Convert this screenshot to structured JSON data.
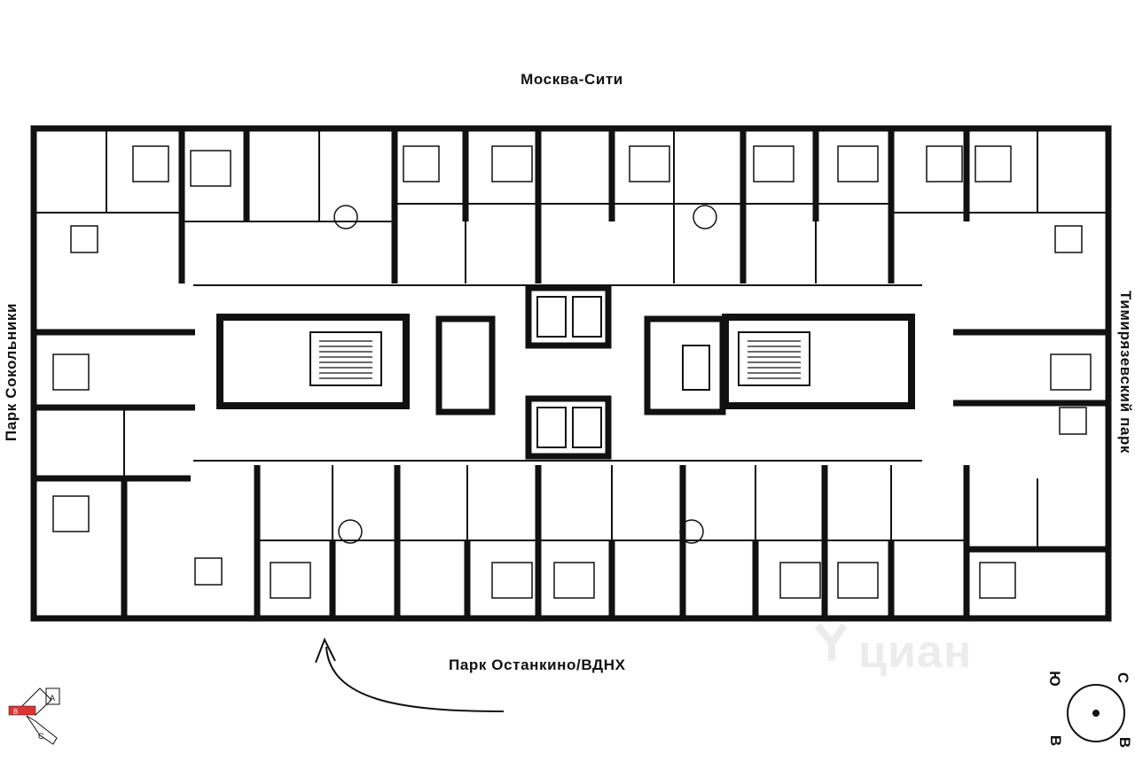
{
  "labels": {
    "top": "Москва-Сити",
    "bottom": "Парк Останкино/ВДНХ",
    "left": "Парк Сокольники",
    "right": "Тимирязевский парк"
  },
  "watermark": {
    "text": "циан"
  },
  "compass": {
    "north": "С",
    "south": "Ю",
    "west": "В",
    "east": "В"
  },
  "key_plan": {
    "sections": [
      "A",
      "B",
      "C"
    ],
    "highlighted": "B"
  },
  "colors": {
    "wall": "#111111",
    "highlight": "#e03434",
    "watermark": "#e6e6e6"
  }
}
